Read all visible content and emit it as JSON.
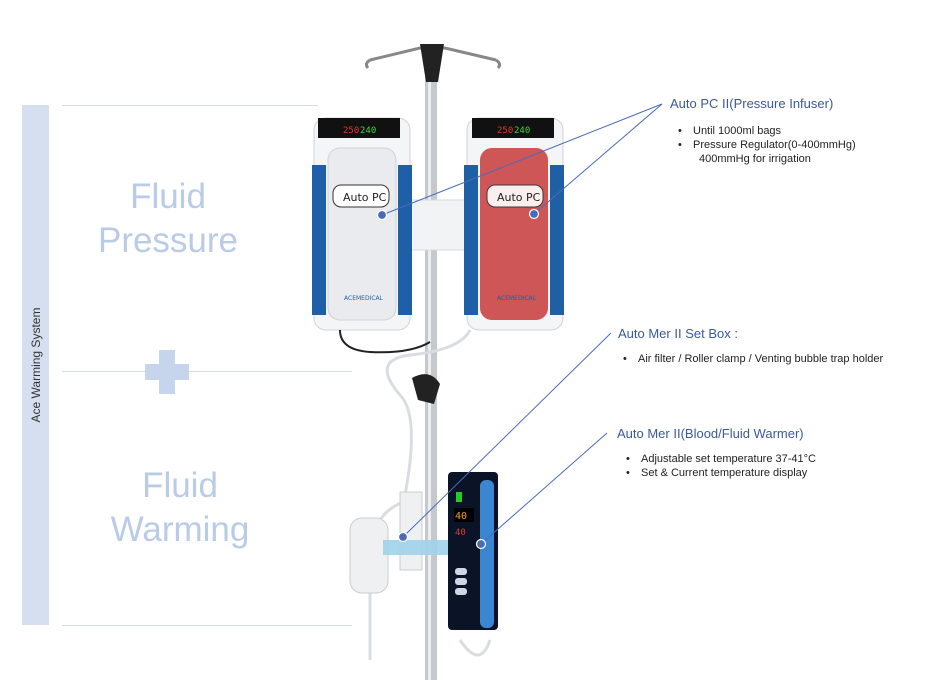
{
  "left_panel": {
    "vertical_title": "Ace Warming System",
    "section1": {
      "line1": "Fluid",
      "line2": "Pressure"
    },
    "section2": {
      "line1": "Fluid",
      "line2": "Warming"
    }
  },
  "colors": {
    "accent": "#3a5a9a",
    "side_bar": "#d5dff0",
    "light_text": "#b9cbe6",
    "device_blue": "#1f5fa6",
    "fluid_red": "#c83a3a"
  },
  "callouts": [
    {
      "title": "Auto PC II(Pressure Infuser)",
      "bullets": [
        "Until 1000ml bags",
        "Pressure Regulator(0-400mmHg)"
      ],
      "continuation": "400mmHg for irrigation"
    },
    {
      "title": "Auto Mer II Set Box :",
      "bullets": [
        "Air filter / Roller clamp / Venting bubble trap holder"
      ]
    },
    {
      "title": "Auto Mer II(Blood/Fluid Warmer)",
      "bullets": [
        "Adjustable set temperature 37-41°C",
        "Set & Current temperature display"
      ]
    }
  ],
  "device": {
    "infuser_left": {
      "display_set": "250",
      "display_current": "240",
      "brand": "Auto PC",
      "maker": "ACEMEDICAL"
    },
    "infuser_right": {
      "display_set": "250",
      "display_current": "240",
      "brand": "Auto PC",
      "maker": "ACEMEDICAL"
    },
    "warmer": {
      "display_set": "40",
      "display_current": "40"
    }
  }
}
